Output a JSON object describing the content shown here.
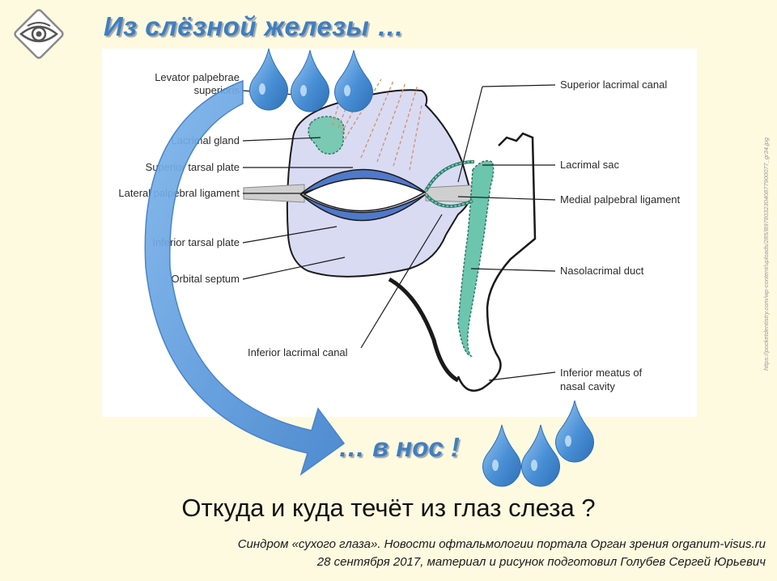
{
  "heading": {
    "top": "Из слёзной железы …",
    "bottom": "… в нос !"
  },
  "figure": {
    "labels": {
      "levator": "Levator palpebrae",
      "levator_2": "superioris",
      "lacrimal_gland": "Lacrimal gland",
      "superior_tarsal": "Superior tarsal plate",
      "lateral_ligament": "Lateral palpebral ligament",
      "inferior_tarsal": "Inferior tarsal plate",
      "orbital_septum": "Orbital septum",
      "inferior_canal": "Inferior lacrimal canal",
      "superior_canal": "Superior lacrimal canal",
      "lacrimal_sac": "Lacrimal sac",
      "medial_ligament": "Medial palpebral ligament",
      "nasolacrimal_duct": "Nasolacrimal duct",
      "meatus": "Inferior meatus of",
      "meatus_2": "nasal cavity"
    }
  },
  "question": "Откуда и куда течёт из глаз слеза ?",
  "credit": {
    "line1": "Синдром «сухого глаза». Новости офтальмологии портала Орган зрения organum-visus.ru",
    "line2": "28 сентября 2017, материал и рисунок подготовил Голубев Сергей Юрьевич"
  },
  "source_url": "https://pocketdentistry.com/wp-content/uploads/285/B9780323040877900077_gr34.jpg",
  "icons": {
    "logo": "eye-logo-icon",
    "drop": "teardrop-icon",
    "arrow": "curved-arrow-icon"
  },
  "colors": {
    "background": "#fefae0",
    "heading": "#3d7fc2",
    "drop": "#4a90d6",
    "arrow": "#4d8fd6",
    "orbit_fill": "#d9dbf3",
    "tarsal": "#4f79c9",
    "duct": "#6cc5ad"
  }
}
